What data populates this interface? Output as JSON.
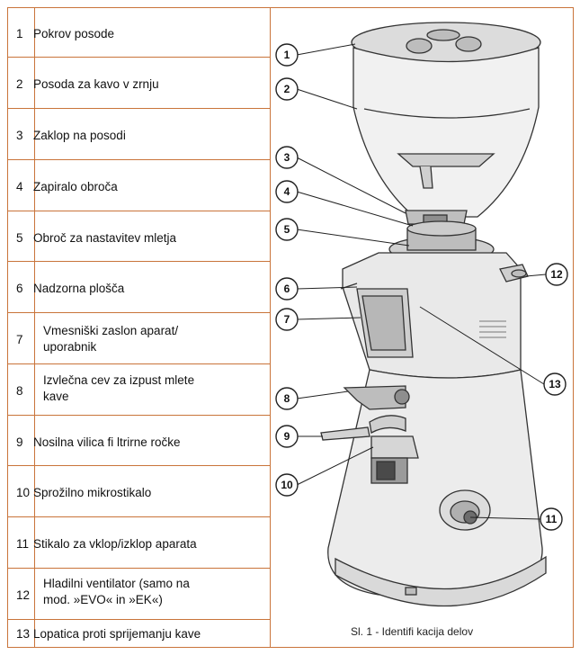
{
  "parts": [
    {
      "num": "1",
      "text": "Pokrov posode"
    },
    {
      "num": "2",
      "text": "Posoda za kavo v zrnju"
    },
    {
      "num": "3",
      "text": "Zaklop na posodi"
    },
    {
      "num": "4",
      "text": "Zapiralo obroča"
    },
    {
      "num": "5",
      "text": "Obroč za nastavitev mletja"
    },
    {
      "num": "6",
      "text": "Nadzorna plošča"
    },
    {
      "num": "7",
      "text_line1": "Vmesniški zaslon aparat/",
      "text_line2": "uporabnik"
    },
    {
      "num": "8",
      "text_line1": "Izvlečna cev za izpust mlete",
      "text_line2": "kave"
    },
    {
      "num": "9",
      "text": "Nosilna vilica fi ltrirne ročke"
    },
    {
      "num": "10",
      "text": "Sprožilno mikrostikalo"
    },
    {
      "num": "11",
      "text": "Stikalo za vklop/izklop aparata"
    },
    {
      "num": "12",
      "text_line1": "Hladilni ventilator (samo na",
      "text_line2": "mod. »EVO« in »EK«)"
    },
    {
      "num": "13",
      "text": "Lopatica proti sprijemanju kave"
    }
  ],
  "callouts": [
    "1",
    "2",
    "3",
    "4",
    "5",
    "6",
    "7",
    "8",
    "9",
    "10",
    "11",
    "12",
    "13"
  ],
  "caption": "Sl. 1 -  Identifi kacija delov",
  "colors": {
    "border": "#c9743a"
  }
}
